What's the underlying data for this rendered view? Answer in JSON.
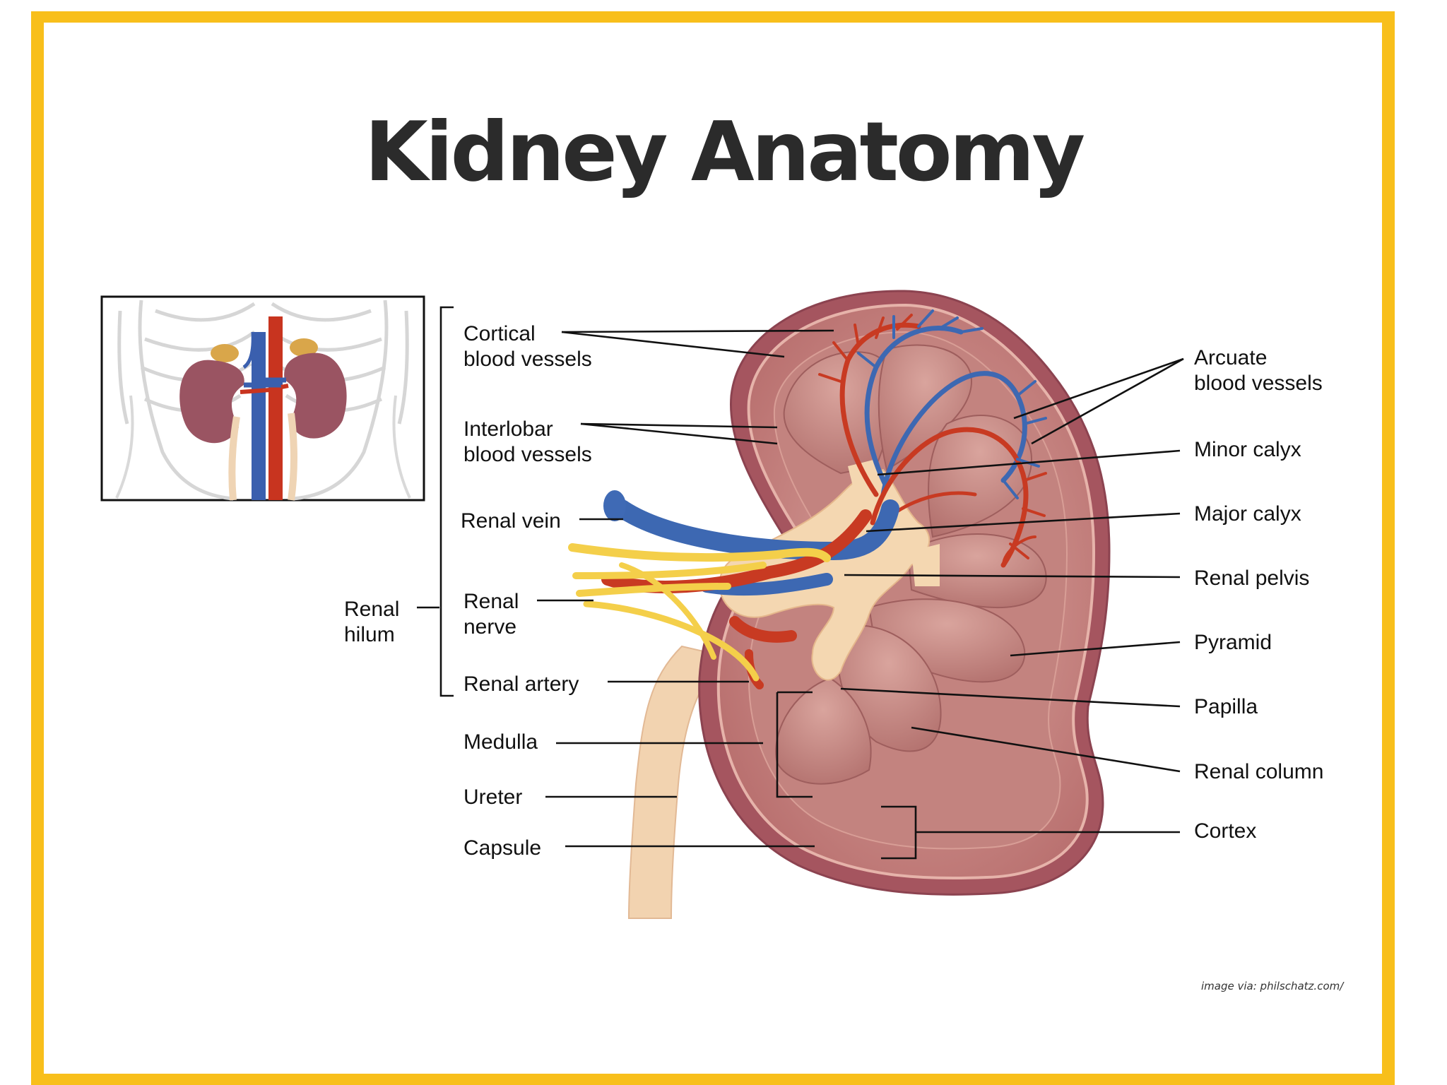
{
  "title": "Kidney Anatomy",
  "credit": "image via: philschatz.com/",
  "labels": {
    "cortical_1": "Cortical",
    "cortical_2": "blood vessels",
    "interlobar_1": "Interlobar",
    "interlobar_2": "blood vessels",
    "renal_vein": "Renal vein",
    "renal_nerve_1": "Renal",
    "renal_nerve_2": "nerve",
    "renal_artery": "Renal artery",
    "renal_hilum_1": "Renal",
    "renal_hilum_2": "hilum",
    "medulla": "Medulla",
    "ureter": "Ureter",
    "capsule": "Capsule",
    "arcuate_1": "Arcuate",
    "arcuate_2": "blood vessels",
    "minor_calyx": "Minor calyx",
    "major_calyx": "Major calyx",
    "renal_pelvis": "Renal pelvis",
    "pyramid": "Pyramid",
    "papilla": "Papilla",
    "renal_column": "Renal column",
    "cortex": "Cortex"
  },
  "colors": {
    "frame": "#f8bf1b",
    "tissue": "#b9706f",
    "tissue_light": "#d29a94",
    "artery": "#c83a22",
    "vein": "#3d68b2",
    "nerve": "#f4cf4a",
    "ureter": "#f2d3b0"
  }
}
